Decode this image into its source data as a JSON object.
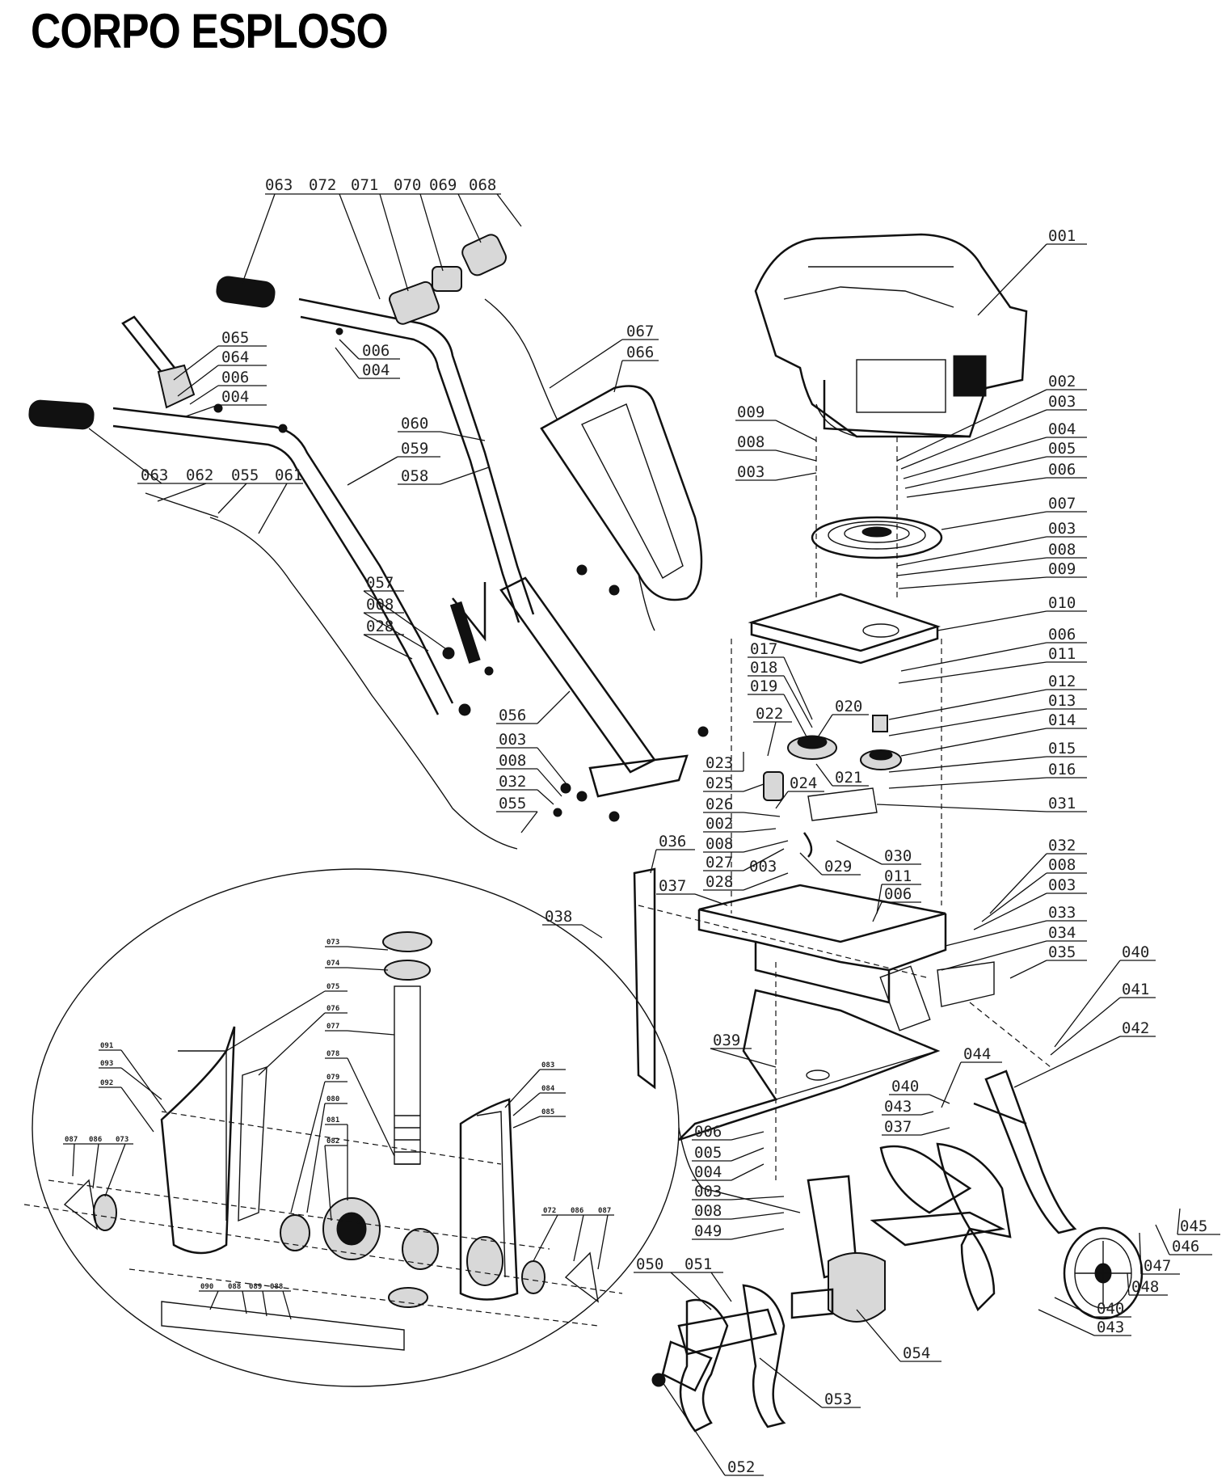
{
  "title": "CORPO ESPLOSO",
  "callouts_top": [
    "063",
    "072",
    "071",
    "070",
    "069",
    "068"
  ],
  "callouts_main": [
    "001",
    "002",
    "003",
    "004",
    "005",
    "006",
    "007",
    "003",
    "008",
    "009",
    "010",
    "006",
    "011",
    "012",
    "013",
    "014",
    "015",
    "016",
    "031",
    "032",
    "008",
    "003",
    "033",
    "034",
    "035",
    "040",
    "041",
    "042",
    "009",
    "008",
    "003",
    "065",
    "064",
    "006",
    "004",
    "006",
    "004",
    "060",
    "059",
    "058",
    "063",
    "062",
    "055",
    "061",
    "057",
    "008",
    "028",
    "067",
    "066",
    "017",
    "018",
    "019",
    "020",
    "022",
    "023",
    "025",
    "024",
    "021",
    "026",
    "002",
    "008",
    "027",
    "003",
    "029",
    "030",
    "028",
    "011",
    "006",
    "036",
    "037",
    "038",
    "056",
    "003",
    "008",
    "032",
    "055",
    "039",
    "044",
    "040",
    "043",
    "037",
    "006",
    "005",
    "004",
    "003",
    "008",
    "049",
    "050",
    "051",
    "054",
    "053",
    "052",
    "045",
    "046",
    "047",
    "048",
    "040",
    "043"
  ],
  "callouts_inset": [
    "073",
    "074",
    "075",
    "076",
    "077",
    "078",
    "079",
    "080",
    "081",
    "082",
    "083",
    "084",
    "085",
    "091",
    "093",
    "092",
    "087",
    "086",
    "073",
    "090",
    "088",
    "089",
    "088",
    "072",
    "086",
    "087"
  ]
}
